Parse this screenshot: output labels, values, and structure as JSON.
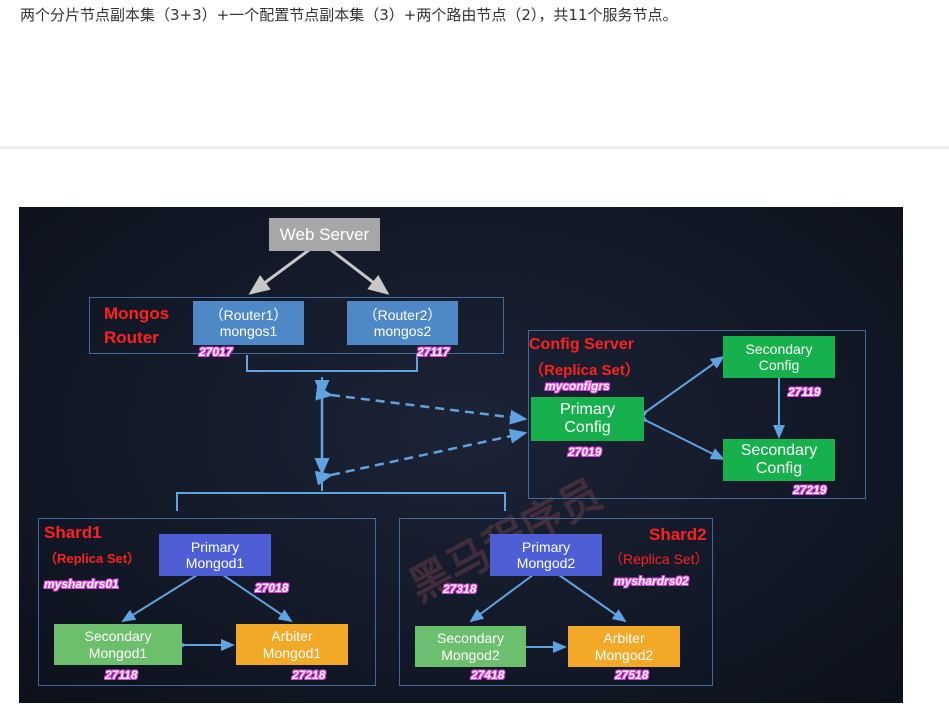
{
  "caption": "两个分片节点副本集（3+3）+一个配置节点副本集（3）+两个路由节点（2），共11个服务节点。",
  "diagram": {
    "web_server": "Web Server",
    "mongos": {
      "title_line1": "Mongos",
      "title_line2": "Router",
      "router1": {
        "line1": "（Router1）",
        "line2": "mongos1",
        "port": "27017"
      },
      "router2": {
        "line1": "（Router2）",
        "line2": "mongos2",
        "port": "27117"
      }
    },
    "config": {
      "title": "Config Server",
      "subtitle": "（Replica Set）",
      "rs_name": "myconfigrs",
      "primary": {
        "line1": "Primary",
        "line2": "Config",
        "port": "27019"
      },
      "secondary1": {
        "line1": "Secondary",
        "line2": "Config",
        "port": "27119"
      },
      "secondary2": {
        "line1": "Secondary",
        "line2": "Config",
        "port": "27219"
      }
    },
    "shard1": {
      "title": "Shard1",
      "subtitle": "（Replica Set）",
      "rs_name": "myshardrs01",
      "primary": {
        "line1": "Primary",
        "line2": "Mongod1",
        "port": "27018"
      },
      "secondary": {
        "line1": "Secondary",
        "line2": "Mongod1",
        "port": "27118"
      },
      "arbiter": {
        "line1": "Arbiter",
        "line2": "Mongod1",
        "port": "27218"
      }
    },
    "shard2": {
      "title": "Shard2",
      "subtitle": "（Replica Set）",
      "rs_name": "myshardrs02",
      "primary": {
        "line1": "Primary",
        "line2": "Mongod2",
        "port": "27318"
      },
      "secondary": {
        "line1": "Secondary",
        "line2": "Mongod2",
        "port": "27418"
      },
      "arbiter": {
        "line1": "Arbiter",
        "line2": "Mongod2",
        "port": "27518"
      }
    },
    "watermark": "黑马程序员",
    "colors": {
      "title_red": "#ff2020",
      "port_outline": "#e040e0",
      "frame": "#3f6aa0",
      "arrow": "#5fa3e0"
    }
  }
}
